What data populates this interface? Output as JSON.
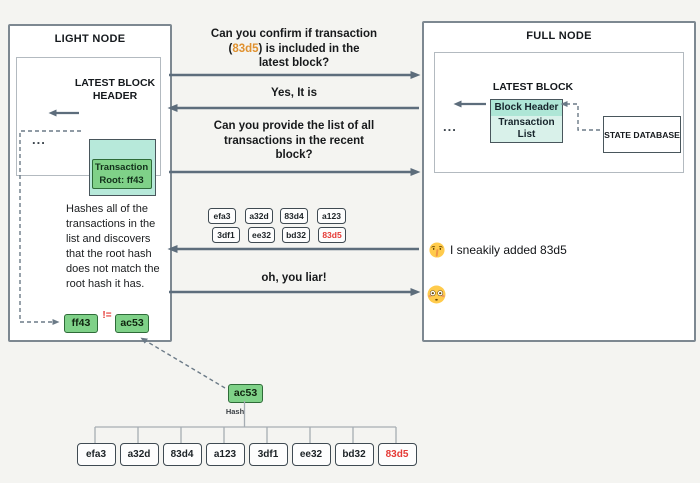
{
  "colors": {
    "background": "#f4f4f1",
    "node_border": "#7d8891",
    "arrow": "#5d6d7c",
    "teal_block": "#b7e9da",
    "teal_light": "#d9f1ea",
    "green_hash": "#7fd188",
    "green_border": "#2e6b38",
    "highlight_orange": "#e0912f",
    "highlight_red": "#e53935"
  },
  "light_node": {
    "title": "LIGHT NODE",
    "header_label": "LATEST BLOCK HEADER",
    "ellipsis": "...",
    "block_root_label": "Transaction Root: ff43",
    "paragraph_lines": [
      "Hashes all of the",
      "transactions in the",
      "list and discovers",
      "that the root hash",
      "does not match the",
      "root hash it has."
    ],
    "stored_root": "ff43",
    "not_equal": "!=",
    "computed_root": "ac53"
  },
  "full_node": {
    "title": "FULL NODE",
    "latest_block_label": "LATEST BLOCK",
    "ellipsis": "...",
    "block_header": "Block Header",
    "transaction_list": "Transaction List",
    "state_database": "STATE DATABASE",
    "sneaky_text": "I sneakily added 83d5",
    "sneaky_emoji": "shushing-face",
    "embarrassed_emoji": "flushed-face"
  },
  "conversation": {
    "msg1_line1": "Can you confirm if transaction",
    "msg1_line2_pre": "(",
    "msg1_line2_hl": "83d5",
    "msg1_line2_post": ") is included in the",
    "msg1_line3": "latest block?",
    "msg2": "Yes, It is",
    "msg3_line1": "Can you provide the list of all",
    "msg3_line2": "transactions in the recent",
    "msg3_line3": "block?",
    "msg5": "oh, you liar!"
  },
  "transactions": {
    "row1": [
      "efa3",
      "a32d",
      "83d4",
      "a123"
    ],
    "row2": [
      "3df1",
      "ee32",
      "bd32",
      "83d5"
    ],
    "sneaky_tx": "83d5"
  },
  "merkle_tree": {
    "root": "ac53",
    "hash_label": "Hash",
    "leaves": [
      "efa3",
      "a32d",
      "83d4",
      "a123",
      "3df1",
      "ee32",
      "bd32",
      "83d5"
    ]
  }
}
